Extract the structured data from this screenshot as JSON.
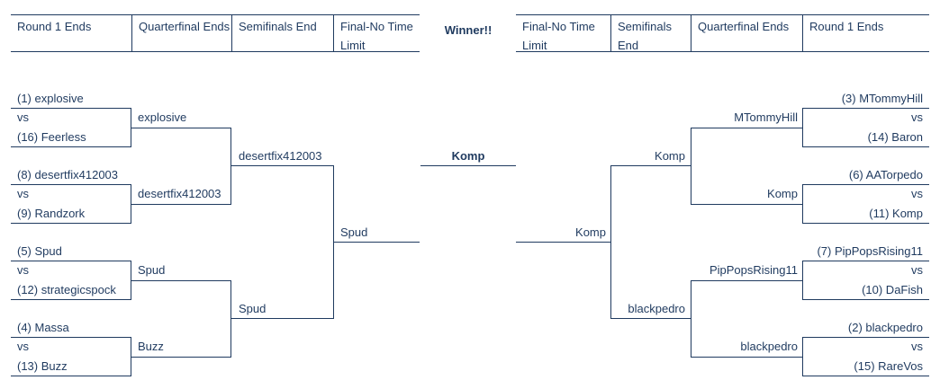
{
  "headers": {
    "left": [
      "Round 1 Ends",
      "Quarterfinal Ends",
      "Semifinals End",
      "Final-No Time Limit"
    ],
    "right": [
      "Final-No Time Limit",
      "Semifinals End",
      "Quarterfinal Ends",
      "Round 1 Ends"
    ],
    "winner": "Winner!!"
  },
  "vs_label": "vs",
  "left": {
    "r1": [
      {
        "top": "(1) explosive",
        "bottom": "(16) Feerless"
      },
      {
        "top": "(8) desertfix412003",
        "bottom": "(9) Randzork"
      },
      {
        "top": "(5) Spud",
        "bottom": "(12) strategicspock"
      },
      {
        "top": "(4) Massa",
        "bottom": "(13) Buzz"
      }
    ],
    "qf": [
      "explosive",
      "desertfix412003",
      "Spud",
      "Buzz"
    ],
    "sf": [
      "desertfix412003",
      "Spud"
    ],
    "final": "Spud"
  },
  "champion": "Komp",
  "right": {
    "r1": [
      {
        "top": "(3) MTommyHill",
        "bottom": "(14) Baron"
      },
      {
        "top": "(6) AATorpedo",
        "bottom": "(11) Komp"
      },
      {
        "top": "(7) PipPopsRising11",
        "bottom": "(10) DaFish"
      },
      {
        "top": "(2) blackpedro",
        "bottom": "(15) RareVos"
      }
    ],
    "qf": [
      "MTommyHill",
      "Komp",
      "PipPopsRising11",
      "blackpedro"
    ],
    "sf": [
      "Komp",
      "blackpedro"
    ],
    "final": "Komp"
  }
}
